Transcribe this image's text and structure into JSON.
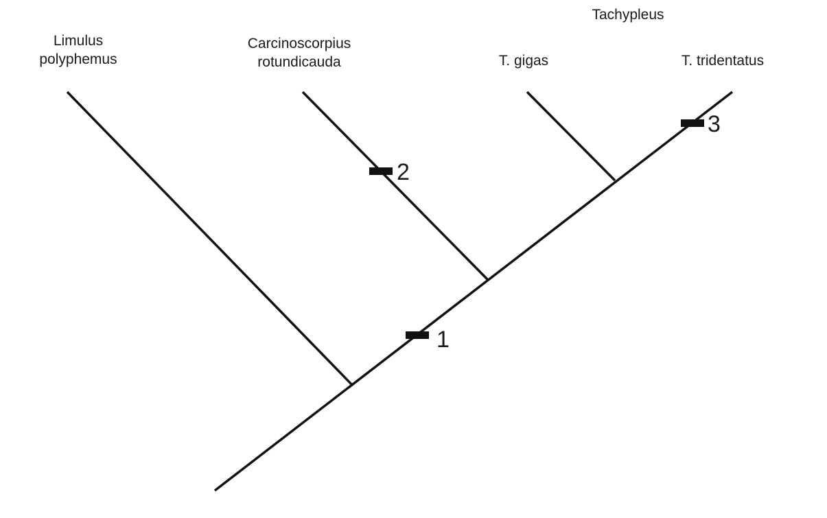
{
  "genus_label": "Tachypleus",
  "taxa": [
    {
      "line1": "Limulus",
      "line2": "polyphemus"
    },
    {
      "line1": "Carcinoscorpius",
      "line2": "rotundicauda"
    },
    {
      "line1": "T. gigas",
      "line2": ""
    },
    {
      "line1": "T. tridentatus",
      "line2": ""
    }
  ],
  "markers": [
    {
      "label": "1"
    },
    {
      "label": "2"
    },
    {
      "label": "3"
    }
  ]
}
